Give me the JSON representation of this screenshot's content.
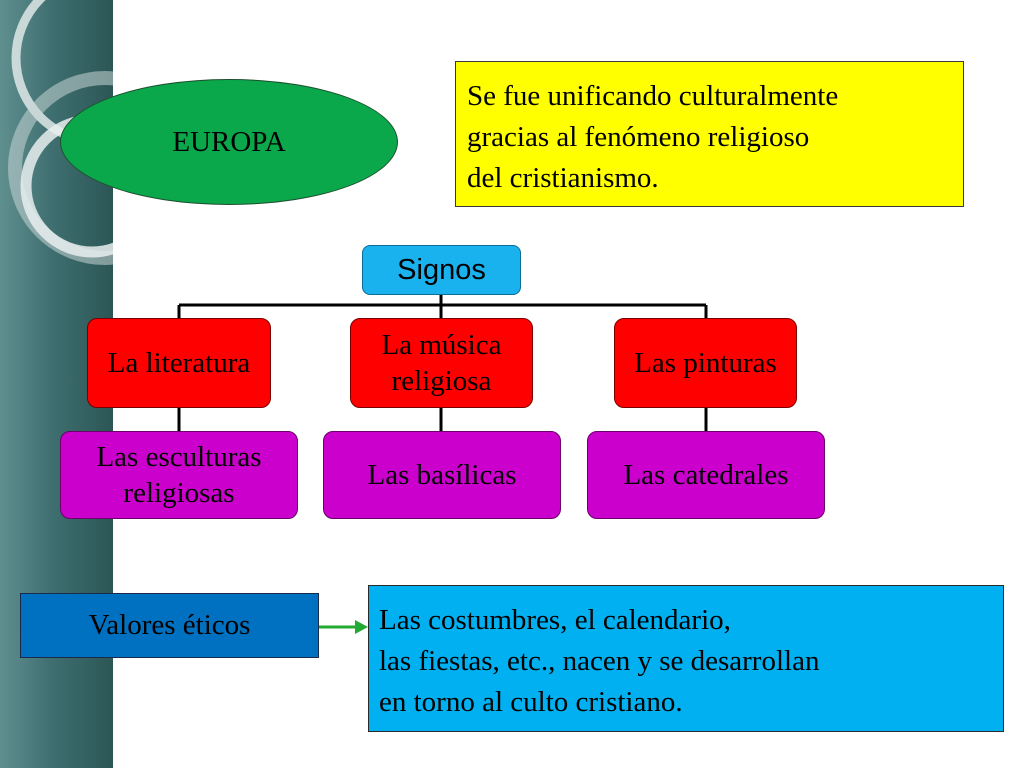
{
  "colors": {
    "band": "#3f6f70",
    "ellipse": "#0aa84a",
    "yellow": "#ffff00",
    "signos": "#19b2ee",
    "red": "#ff0000",
    "purple": "#cc00cc",
    "valores": "#0070c0",
    "blue": "#00b0f0",
    "arrow": "#22aa33"
  },
  "europa": {
    "label": "EUROPA"
  },
  "yellow_box": {
    "lines": [
      "Se fue unificando culturalmente",
      "gracias al fenómeno religioso",
      "del cristianismo."
    ]
  },
  "hierarchy": {
    "root": "Signos",
    "branches": [
      {
        "label": "La literatura",
        "child": "Las esculturas religiosas"
      },
      {
        "label": "La música religiosa",
        "child": "Las basílicas"
      },
      {
        "label": "Las pinturas",
        "child": "Las catedrales"
      }
    ]
  },
  "valores": {
    "label": "Valores éticos"
  },
  "blue_box": {
    "lines": [
      "Las costumbres, el calendario,",
      "las fiestas, etc., nacen y se desarrollan",
      "en torno al culto cristiano."
    ]
  }
}
